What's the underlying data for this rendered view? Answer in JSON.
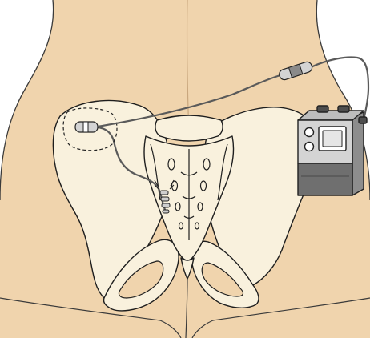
{
  "figure": {
    "subject": "",
    "colors": {
      "skin": "#f0d4ad",
      "skin_outline": "#3a3a3a",
      "bone": "#f9f1dd",
      "bone_outline": "#1e1e1e",
      "lead_wire": "#5a5a5a",
      "device_light": "#d4d4d4",
      "device_dark": "#6f6f6f",
      "device_outline": "#222222",
      "incision_marker": "#222222"
    },
    "icons": [
      "torso-outline",
      "pelvis-bone",
      "sacrum-bone",
      "tined-lead-electrode",
      "implanted-extension-connector",
      "lead-extension-wire",
      "in-line-connector",
      "external-test-stimulator"
    ]
  }
}
